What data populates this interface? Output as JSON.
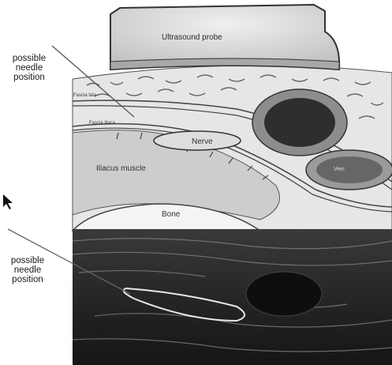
{
  "labels": {
    "probe": "Ultrasound probe",
    "fascia_lata": "Fascia lata",
    "fascia_iliaca": "Fascia iliaca",
    "nerve": "Nerve",
    "iliacus": "Iliacus muscle",
    "vein": "Vein",
    "bone": "Bone",
    "needle_top": [
      "possible",
      "needle",
      "position"
    ],
    "needle_bottom": [
      "possible",
      "needle",
      "position"
    ]
  },
  "colors": {
    "background": "#ffffff",
    "tissue": "#e3e3e3",
    "muscle": "#d0d0d0",
    "probe": "#d8d8d8",
    "artery": "#2e2e2e",
    "vein": "#6a6a6a",
    "ultrasound": "#202020"
  }
}
